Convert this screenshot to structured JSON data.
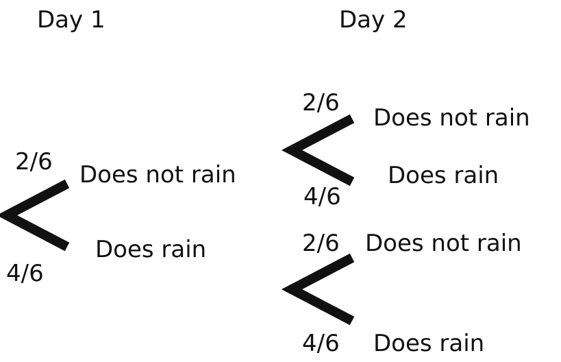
{
  "headers": {
    "day1": "Day 1",
    "day2": "Day 2"
  },
  "day1": {
    "top": {
      "prob": "2/6",
      "label": "Does not rain"
    },
    "bottom": {
      "prob": "4/6",
      "label": "Does rain"
    }
  },
  "day2_upper": {
    "top": {
      "prob": "2/6",
      "label": "Does not rain"
    },
    "bottom": {
      "prob": "4/6",
      "label": "Does rain"
    }
  },
  "day2_lower": {
    "top": {
      "prob": "2/6",
      "label": "Does not rain"
    },
    "bottom": {
      "prob": "4/6",
      "label": "Does rain"
    }
  },
  "colors": {
    "ink": "#111111",
    "background": "#ffffff"
  }
}
